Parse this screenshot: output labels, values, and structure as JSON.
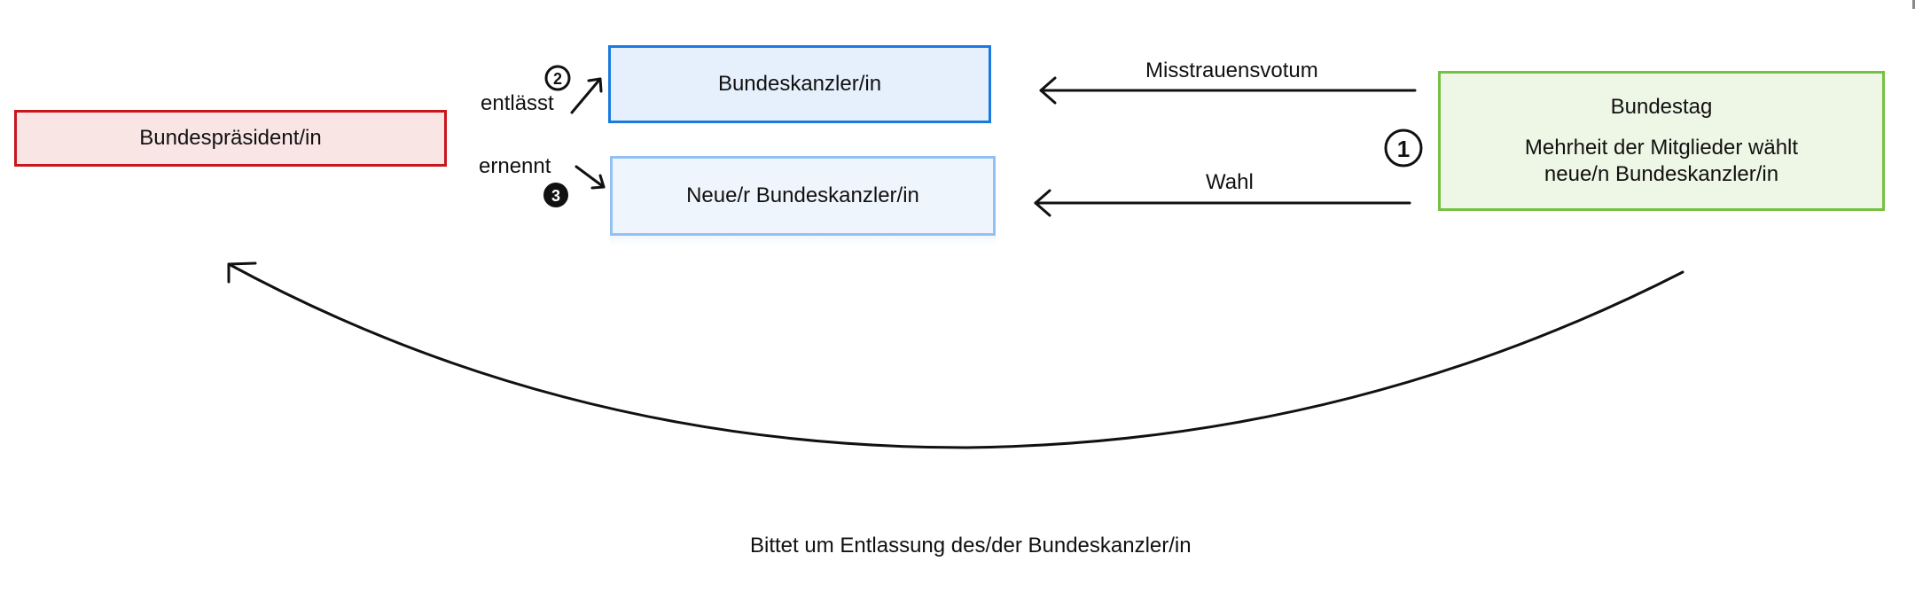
{
  "nodes": {
    "president": "Bundespräsident/in",
    "chancellor": "Bundeskanzler/in",
    "new_chancellor": "Neue/r Bundeskanzler/in",
    "bundestag": {
      "title": "Bundestag",
      "line1": "Mehrheit der Mitglieder wählt",
      "line2": "neue/n Bundeskanzler/in"
    }
  },
  "edges": {
    "dismisses": "entlässt",
    "appoints": "ernennt",
    "no_confidence": "Misstrauensvotum",
    "election": "Wahl",
    "request": "Bittet um Entlassung des/der Bundeskanzler/in"
  },
  "steps": [
    "1",
    "2",
    "3"
  ],
  "colors": {
    "president_fill": "#fae5e5",
    "president_border": "#c8161d",
    "chancellor_fill": "#e5f0fc",
    "chancellor_border": "#1a7ae0",
    "new_chancellor_fill": "#eff5fc",
    "new_chancellor_border": "#92c1f2",
    "bundestag_fill": "#eef6e5",
    "bundestag_border": "#76c043"
  }
}
